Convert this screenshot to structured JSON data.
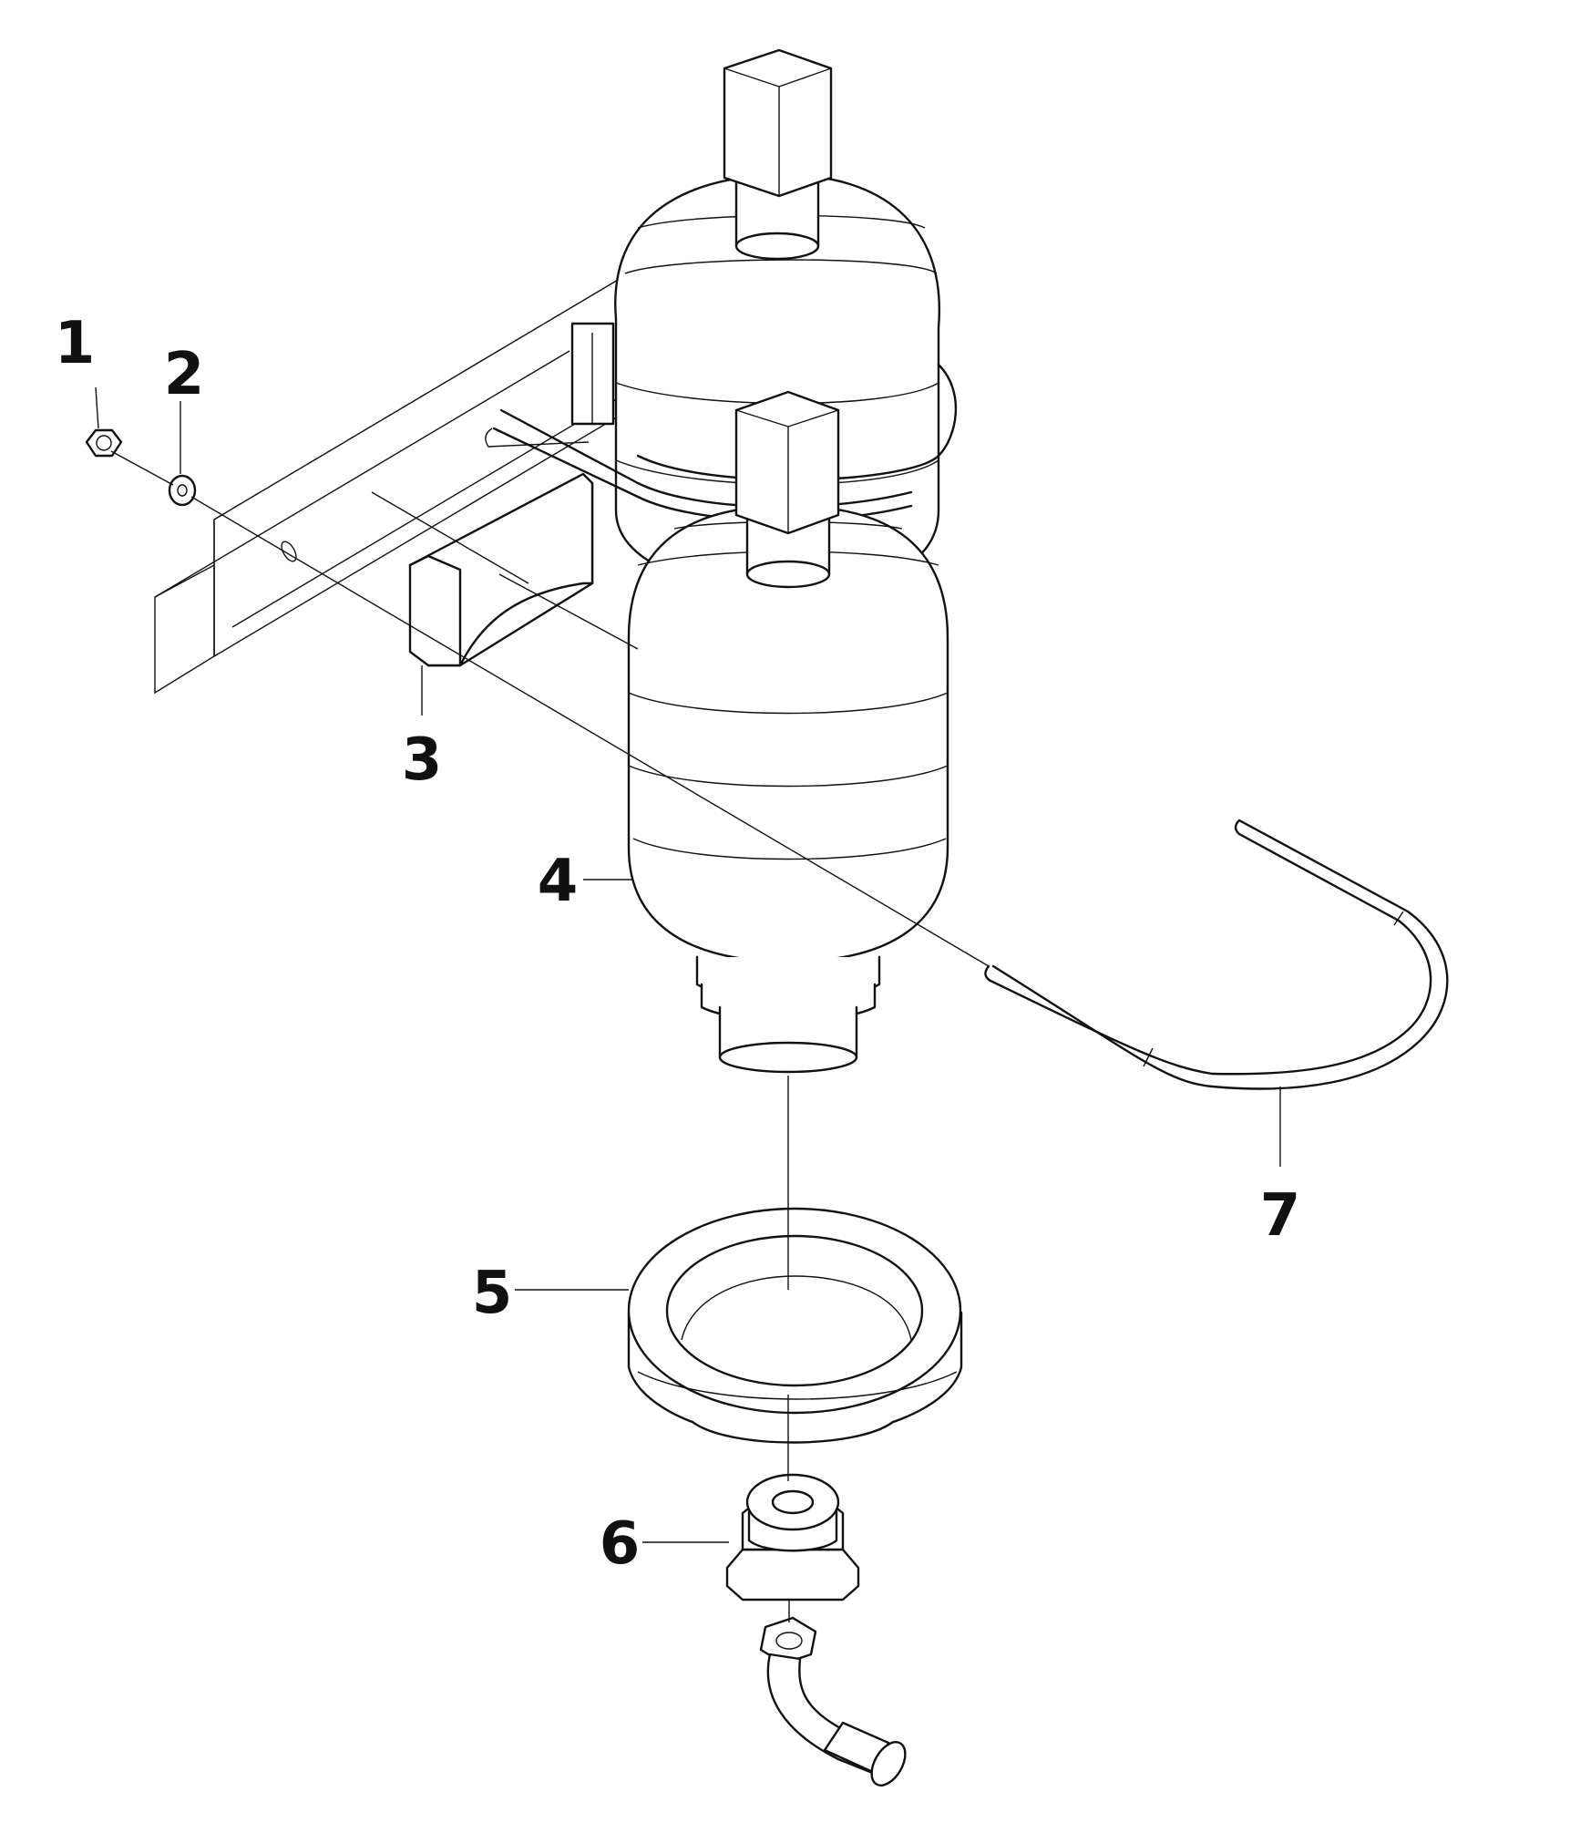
{
  "parts": [
    {
      "id": "part-1",
      "number": "1",
      "name": "nut"
    },
    {
      "id": "part-2",
      "number": "2",
      "name": "washer"
    },
    {
      "id": "part-3",
      "number": "3",
      "name": "bracket"
    },
    {
      "id": "part-4",
      "number": "4",
      "name": "accumulator"
    },
    {
      "id": "part-5",
      "number": "5",
      "name": "ring"
    },
    {
      "id": "part-6",
      "number": "6",
      "name": "fitting"
    },
    {
      "id": "part-7",
      "number": "7",
      "name": "clamp-rod"
    }
  ]
}
